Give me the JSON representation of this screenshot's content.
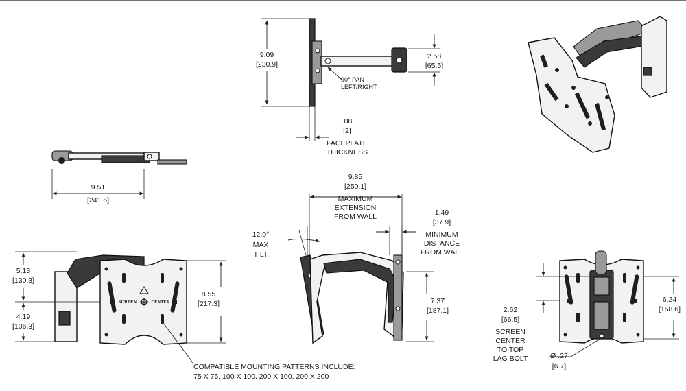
{
  "views": {
    "top": {
      "height_in": "9.09",
      "height_mm": "[230.9]",
      "depth_in": "2.58",
      "depth_mm": "[65.5]",
      "pan_label_1": "90° PAN",
      "pan_label_2": "LEFT/RIGHT",
      "faceplate_in": ".08",
      "faceplate_mm": "[2]",
      "faceplate_label_1": "FACEPLATE",
      "faceplate_label_2": "THICKNESS"
    },
    "side_small": {
      "width_in": "9.51",
      "width_mm": "[241.6]"
    },
    "side_main": {
      "extension_in": "9.85",
      "extension_mm": "[250.1]",
      "extension_label_1": "MAXIMUM",
      "extension_label_2": "EXTENSION",
      "extension_label_3": "FROM WALL",
      "min_in": "1.49",
      "min_mm": "[37.9]",
      "min_label_1": "MINIMUM",
      "min_label_2": "DISTANCE",
      "min_label_3": "FROM WALL",
      "tilt_in": "12.0°",
      "tilt_label_1": "MAX",
      "tilt_label_2": "TILT",
      "height_in": "7.37",
      "height_mm": "[187.1]"
    },
    "front_left": {
      "upper_in": "5.13",
      "upper_mm": "[130.3]",
      "lower_in": "4.19",
      "lower_mm": "[106.3]",
      "height_in": "8.55",
      "height_mm": "[217.3]",
      "plate_text_1": "SCREEN",
      "plate_text_2": "CENTER",
      "patterns_label_1": "COMPATIBLE MOUNTING PATTERNS INCLUDE:",
      "patterns_label_2": "75 X 75, 100 X 100, 200 X 100, 200 X 200"
    },
    "back": {
      "center_in": "2.62",
      "center_mm": "[66.5]",
      "center_label_1": "SCREEN",
      "center_label_2": "CENTER",
      "center_label_3": "TO TOP",
      "center_label_4": "LAG BOLT",
      "bolt_in": "Ø .27",
      "bolt_mm": "[6.7]",
      "height_in": "6.24",
      "height_mm": "[158.6]"
    }
  }
}
